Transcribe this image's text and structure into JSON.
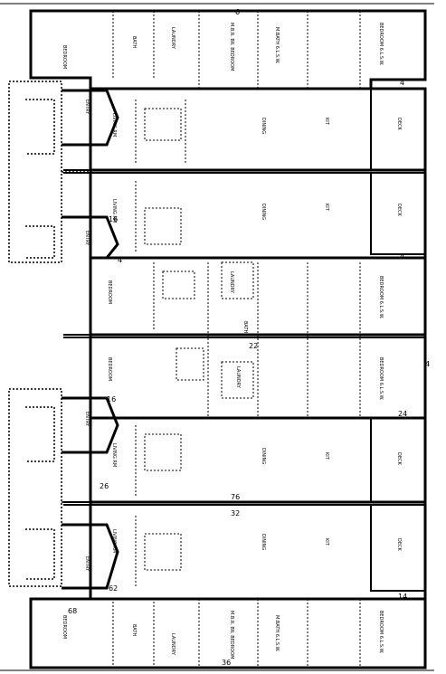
{
  "rooms": [
    {
      "id": "bed-top-left",
      "text": "BEDROOM",
      "rot": 90
    },
    {
      "id": "bath-top",
      "text": "BATH",
      "rot": 90
    },
    {
      "id": "laundry-top",
      "text": "LAUNDRY",
      "rot": 90
    },
    {
      "id": "mbed-top",
      "text": "M.B.R. BR. BEDROOM",
      "rot": 90
    },
    {
      "id": "mbath-top",
      "text": "M.BATH 6.L.S.W.",
      "rot": 90
    },
    {
      "id": "bed-top-right",
      "text": "BEDROOM 6.L.S.W.",
      "rot": 90
    },
    {
      "id": "liv-1",
      "text": "LIVING RM",
      "rot": 90
    },
    {
      "id": "din-1",
      "text": "DINING",
      "rot": 90
    },
    {
      "id": "kit-1",
      "text": "KIT",
      "rot": 90
    },
    {
      "id": "deck-1",
      "text": "DECK",
      "rot": 90
    },
    {
      "id": "liv-2",
      "text": "LIVING RM",
      "rot": 90
    },
    {
      "id": "din-2",
      "text": "DINING",
      "rot": 90
    },
    {
      "id": "kit-2",
      "text": "KIT",
      "rot": 90
    },
    {
      "id": "deck-2",
      "text": "DECK",
      "rot": 90
    },
    {
      "id": "bed-mid-1",
      "text": "BEDROOM",
      "rot": 90
    },
    {
      "id": "laundry-mid-1",
      "text": "LAUNDRY",
      "rot": 90
    },
    {
      "id": "bath-mid-1",
      "text": "BATH",
      "rot": 90
    },
    {
      "id": "bed-mid-2",
      "text": "BEDROOM 6.L.S.W.",
      "rot": 90
    },
    {
      "id": "bed-mid-3",
      "text": "BEDROOM",
      "rot": 90
    },
    {
      "id": "laundry-mid-2",
      "text": "LAUNDRY",
      "rot": 90
    },
    {
      "id": "bed-mid-4",
      "text": "BEDROOM 6.L.S.W.",
      "rot": 90
    },
    {
      "id": "liv-3",
      "text": "LIVING RM",
      "rot": 90
    },
    {
      "id": "din-3",
      "text": "DINING",
      "rot": 90
    },
    {
      "id": "kit-3",
      "text": "KIT",
      "rot": 90
    },
    {
      "id": "deck-3",
      "text": "DECK",
      "rot": 90
    },
    {
      "id": "liv-4",
      "text": "LIVING RM",
      "rot": 90
    },
    {
      "id": "din-4",
      "text": "DINING",
      "rot": 90
    },
    {
      "id": "kit-4",
      "text": "KIT",
      "rot": 90
    },
    {
      "id": "deck-4",
      "text": "DECK",
      "rot": 90
    },
    {
      "id": "bed-bot-left",
      "text": "BEDROOM",
      "rot": 90
    },
    {
      "id": "bath-bot",
      "text": "BATH",
      "rot": 90
    },
    {
      "id": "laundry-bot",
      "text": "LAUNDRY",
      "rot": 90
    },
    {
      "id": "mbed-bot",
      "text": "M.B.R. BR. BEDROOM",
      "rot": 90
    },
    {
      "id": "mbath-bot",
      "text": "M.BATH 6.L.S.W.",
      "rot": 90
    },
    {
      "id": "bed-bot-right",
      "text": "BEDROOM 6.L.S.W.",
      "rot": 90
    },
    {
      "id": "entry-1",
      "text": "ENTRY",
      "rot": 90
    },
    {
      "id": "entry-2",
      "text": "ENTRY",
      "rot": 90
    },
    {
      "id": "entry-3",
      "text": "ENTRY",
      "rot": 90
    },
    {
      "id": "entry-4",
      "text": "ENTRY",
      "rot": 90
    }
  ],
  "dimensions": [
    "4",
    "4",
    "4",
    "24",
    "14",
    "16",
    "16",
    "22",
    "76",
    "32",
    "62",
    "68",
    "6",
    "4",
    "26",
    "36"
  ],
  "note": "G.L.S.W."
}
